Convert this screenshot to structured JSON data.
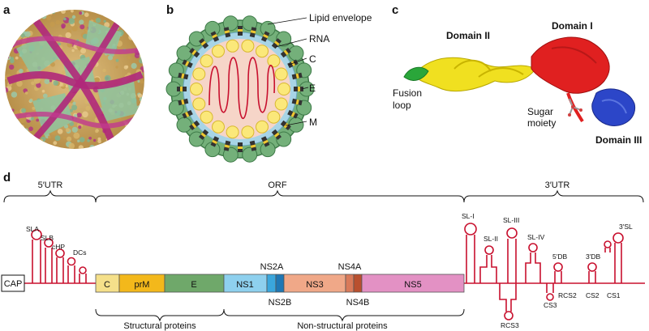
{
  "panels": {
    "a": "a",
    "b": "b",
    "c": "c",
    "d": "d"
  },
  "colors": {
    "rna": "#c8102e",
    "C": "#f5e08a",
    "prM": "#f3b81b",
    "E": "#6fa86a",
    "NS1": "#8ed0ee",
    "NS2A": "#3aa6dc",
    "NS2B": "#1f77b4",
    "NS3": "#f0a888",
    "NS4A": "#d97a5a",
    "NS4B": "#b9502f",
    "NS5": "#e391c4",
    "domain1": "#e02020",
    "domain2": "#f0e020",
    "domain3": "#2c46c8",
    "fusion": "#2aa63a"
  },
  "panel_b": {
    "labels": [
      "Lipid envelope",
      "RNA",
      "C",
      "E",
      "M"
    ]
  },
  "panel_c": {
    "domain2": "Domain II",
    "domain1": "Domain I",
    "domain3": "Domain III",
    "fusion_line1": "Fusion",
    "fusion_line2": "loop",
    "sugar_line1": "Sugar",
    "sugar_line2": "moiety"
  },
  "panel_d": {
    "regions": {
      "utr5": "5′UTR",
      "orf": "ORF",
      "utr3": "3′UTR"
    },
    "cap": "CAP",
    "genes": [
      "C",
      "prM",
      "E",
      "NS1",
      "NS3",
      "NS5"
    ],
    "small_genes_top": [
      "NS2A",
      "NS4A"
    ],
    "small_genes_bottom": [
      "NS2B",
      "NS4B"
    ],
    "utr5_elements": [
      "SLA",
      "SLB",
      "cHP",
      "DCs"
    ],
    "utr3_elements_top": [
      "SL-I",
      "SL-II",
      "SL-III",
      "SL-IV",
      "5′DB",
      "3′DB",
      "3′SL"
    ],
    "utr3_elements_bottom": [
      "RCS3",
      "CS3",
      "RCS2",
      "CS2",
      "CS1"
    ],
    "groups": {
      "structural": "Structural proteins",
      "nonstructural": "Non-structural proteins"
    }
  }
}
